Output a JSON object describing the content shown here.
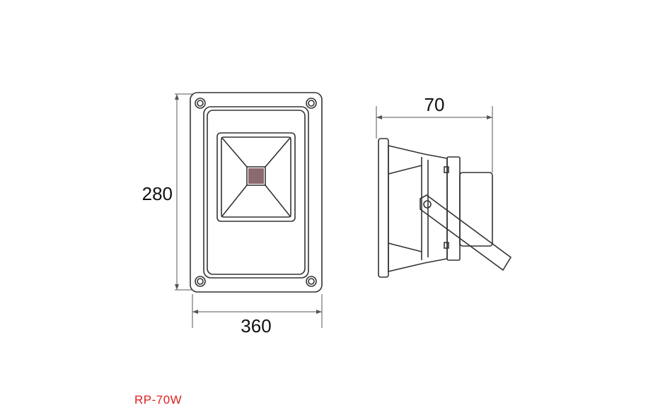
{
  "drawing": {
    "front_view": {
      "height_dimension": "280",
      "width_dimension": "360"
    },
    "side_view": {
      "depth_dimension": "70"
    }
  },
  "model": {
    "name": "RP-70W",
    "color": "#e02020"
  },
  "colors": {
    "outline": "#333333",
    "body_fill": "#ffffff",
    "led_chip": "#8a6a70",
    "dimension_line": "#555555"
  }
}
